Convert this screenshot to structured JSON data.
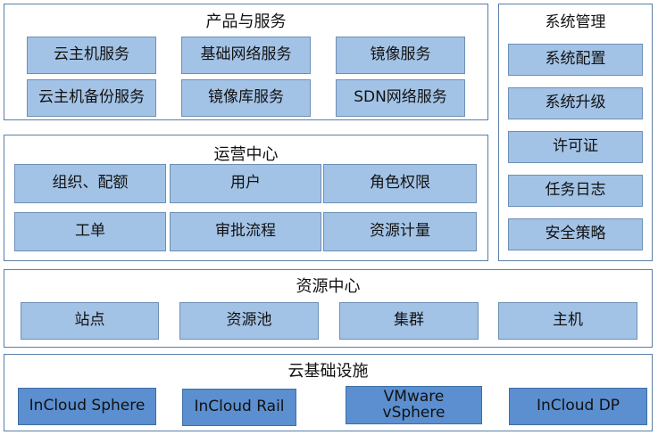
{
  "products": {
    "title": "产品与服务",
    "items": [
      "云主机服务",
      "基础网络服务",
      "镜像服务",
      "云主机备份服务",
      "镜像库服务",
      "SDN网络服务"
    ]
  },
  "operations": {
    "title": "运营中心",
    "items": [
      "组织、配额",
      "用户",
      "角色权限",
      "工单",
      "审批流程",
      "资源计量"
    ]
  },
  "system": {
    "title": "系统管理",
    "items": [
      "系统配置",
      "系统升级",
      "许可证",
      "任务日志",
      "安全策略"
    ]
  },
  "resources": {
    "title": "资源中心",
    "items": [
      "站点",
      "资源池",
      "集群",
      "主机"
    ]
  },
  "infrastructure": {
    "title": "云基础设施",
    "items": [
      "InCloud Sphere",
      "InCloud Rail",
      "VMware\nvSphere",
      "InCloud DP"
    ]
  },
  "colors": {
    "box_fill": "#a3c3e6",
    "infra_fill": "#5b8fd0",
    "border": "#5a7ea6"
  }
}
